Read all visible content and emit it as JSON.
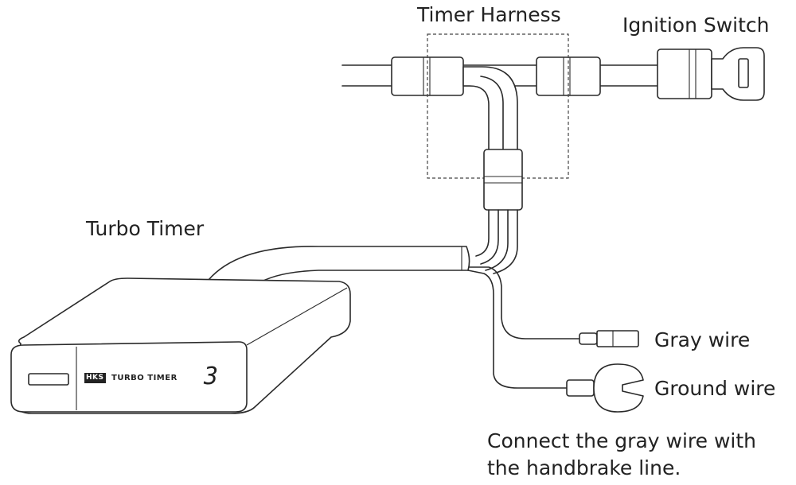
{
  "labels": {
    "timer_harness": "Timer Harness",
    "ignition_switch": "Ignition Switch",
    "turbo_timer": "Turbo Timer",
    "gray_wire": "Gray wire",
    "ground_wire": "Ground wire"
  },
  "note": {
    "line1": "Connect the gray wire with",
    "line2": "the handbrake line."
  },
  "device": {
    "brand": "HKS",
    "model": "TURBO TIMER",
    "display_digit": "3"
  },
  "colors": {
    "line": "#2a2a2a",
    "background": "#ffffff"
  }
}
